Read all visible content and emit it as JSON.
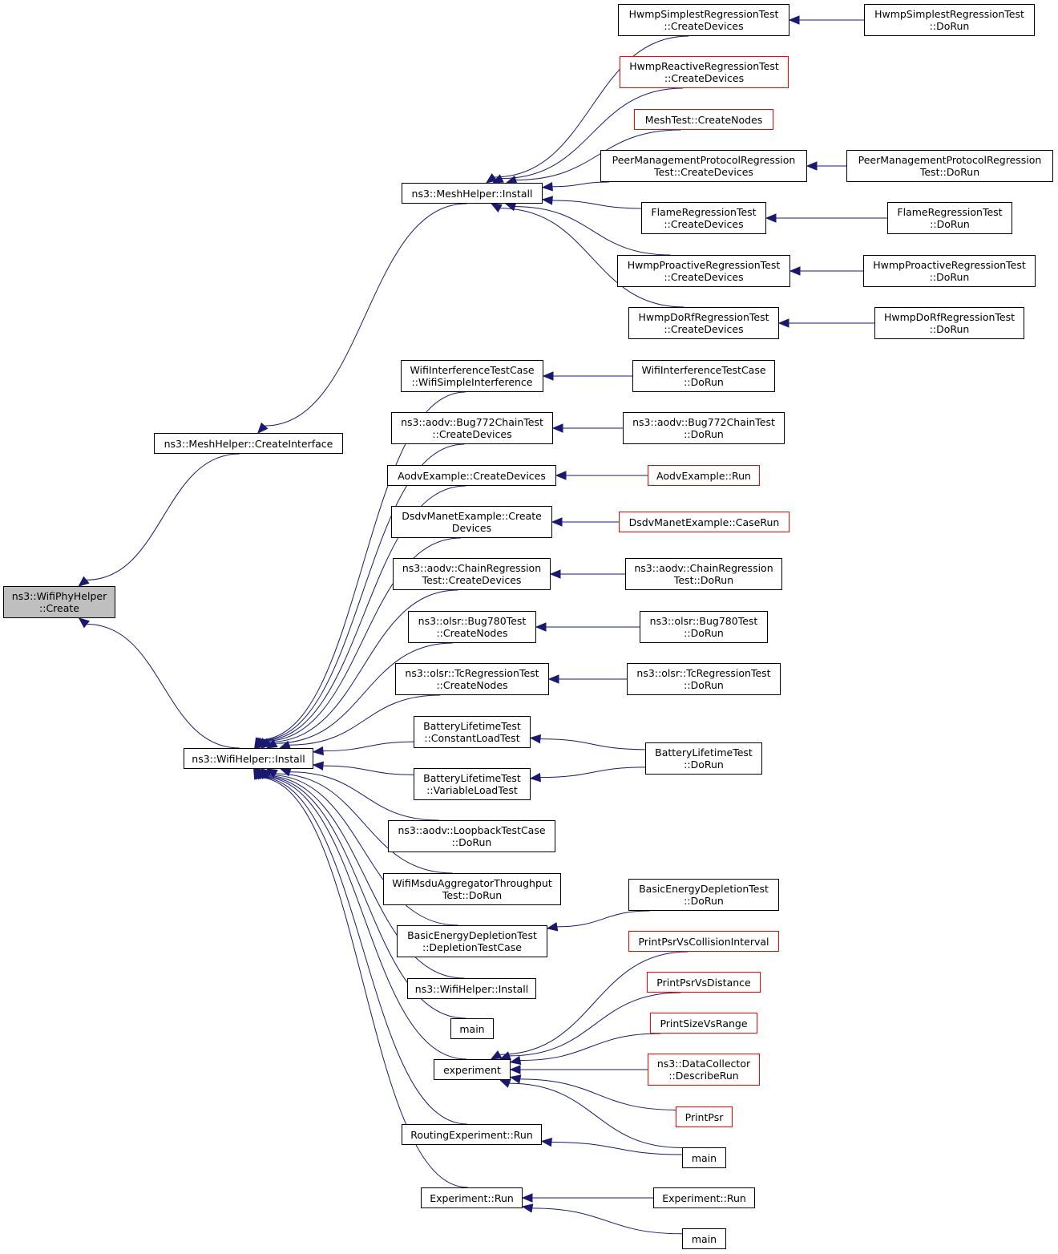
{
  "colors": {
    "edge": "#191970",
    "border": "#000000",
    "truncated_border": "#ff0000",
    "root_fill": "#bfbfbf",
    "background": "#ffffff"
  },
  "nodes": {
    "root": {
      "l1": "ns3::WifiPhyHelper",
      "l2": "::Create"
    },
    "mesh_create_interface": {
      "l1": "ns3::MeshHelper::CreateInterface"
    },
    "wifi_install": {
      "l1": "ns3::WifiHelper::Install"
    },
    "mesh_install": {
      "l1": "ns3::MeshHelper::Install"
    },
    "hwmp_simplest_cd": {
      "l1": "HwmpSimplestRegressionTest",
      "l2": "::CreateDevices"
    },
    "hwmp_reactive_cd": {
      "l1": "HwmpReactiveRegressionTest",
      "l2": "::CreateDevices"
    },
    "meshtest_cn": {
      "l1": "MeshTest::CreateNodes"
    },
    "peer_mgmt_cd": {
      "l1": "PeerManagementProtocolRegression",
      "l2": "Test::CreateDevices"
    },
    "flame_cd": {
      "l1": "FlameRegressionTest",
      "l2": "::CreateDevices"
    },
    "hwmp_proactive_cd": {
      "l1": "HwmpProactiveRegressionTest",
      "l2": "::CreateDevices"
    },
    "hwmp_dorf_cd": {
      "l1": "HwmpDoRfRegressionTest",
      "l2": "::CreateDevices"
    },
    "hwmp_simplest_run": {
      "l1": "HwmpSimplestRegressionTest",
      "l2": "::DoRun"
    },
    "peer_mgmt_run": {
      "l1": "PeerManagementProtocolRegression",
      "l2": "Test::DoRun"
    },
    "flame_run": {
      "l1": "FlameRegressionTest",
      "l2": "::DoRun"
    },
    "hwmp_proactive_run": {
      "l1": "HwmpProactiveRegressionTest",
      "l2": "::DoRun"
    },
    "hwmp_dorf_run": {
      "l1": "HwmpDoRfRegressionTest",
      "l2": "::DoRun"
    },
    "wifi_interf_si": {
      "l1": "WifiInterferenceTestCase",
      "l2": "::WifiSimpleInterference"
    },
    "aodv_bug772_cd": {
      "l1": "ns3::aodv::Bug772ChainTest",
      "l2": "::CreateDevices"
    },
    "aodv_example_cd": {
      "l1": "AodvExample::CreateDevices"
    },
    "dsdv_cd": {
      "l1": "DsdvManetExample::Create",
      "l2": "Devices"
    },
    "aodv_chain_cd": {
      "l1": "ns3::aodv::ChainRegression",
      "l2": "Test::CreateDevices"
    },
    "olsr_bug780_cn": {
      "l1": "ns3::olsr::Bug780Test",
      "l2": "::CreateNodes"
    },
    "olsr_tc_cn": {
      "l1": "ns3::olsr::TcRegressionTest",
      "l2": "::CreateNodes"
    },
    "battery_const": {
      "l1": "BatteryLifetimeTest",
      "l2": "::ConstantLoadTest"
    },
    "battery_var": {
      "l1": "BatteryLifetimeTest",
      "l2": "::VariableLoadTest"
    },
    "aodv_loopback": {
      "l1": "ns3::aodv::LoopbackTestCase",
      "l2": "::DoRun"
    },
    "wifi_msdu": {
      "l1": "WifiMsduAggregatorThroughput",
      "l2": "Test::DoRun"
    },
    "basic_energy_dtc": {
      "l1": "BasicEnergyDepletionTest",
      "l2": "::DepletionTestCase"
    },
    "wifi_install2": {
      "l1": "ns3::WifiHelper::Install"
    },
    "main1": {
      "l1": "main"
    },
    "experiment": {
      "l1": "experiment"
    },
    "routing_exp_run": {
      "l1": "RoutingExperiment::Run"
    },
    "experiment_run": {
      "l1": "Experiment::Run"
    },
    "wifi_interf_run": {
      "l1": "WifiInterferenceTestCase",
      "l2": "::DoRun"
    },
    "aodv_bug772_run": {
      "l1": "ns3::aodv::Bug772ChainTest",
      "l2": "::DoRun"
    },
    "aodv_example_run": {
      "l1": "AodvExample::Run"
    },
    "dsdv_caserun": {
      "l1": "DsdvManetExample::CaseRun"
    },
    "aodv_chain_run": {
      "l1": "ns3::aodv::ChainRegression",
      "l2": "Test::DoRun"
    },
    "olsr_bug780_run": {
      "l1": "ns3::olsr::Bug780Test",
      "l2": "::DoRun"
    },
    "olsr_tc_run": {
      "l1": "ns3::olsr::TcRegressionTest",
      "l2": "::DoRun"
    },
    "battery_run": {
      "l1": "BatteryLifetimeTest",
      "l2": "::DoRun"
    },
    "basic_energy_run": {
      "l1": "BasicEnergyDepletionTest",
      "l2": "::DoRun"
    },
    "print_psr_ci": {
      "l1": "PrintPsrVsCollisionInterval"
    },
    "print_psr_dist": {
      "l1": "PrintPsrVsDistance"
    },
    "print_size_range": {
      "l1": "PrintSizeVsRange"
    },
    "datacollector": {
      "l1": "ns3::DataCollector",
      "l2": "::DescribeRun"
    },
    "print_psr": {
      "l1": "PrintPsr"
    },
    "main2": {
      "l1": "main"
    },
    "experiment_run2": {
      "l1": "Experiment::Run"
    },
    "main3": {
      "l1": "main"
    }
  },
  "edges": [
    [
      "mesh_create_interface",
      "root"
    ],
    [
      "wifi_install",
      "root"
    ],
    [
      "mesh_install",
      "mesh_create_interface"
    ],
    [
      "hwmp_simplest_cd",
      "mesh_install"
    ],
    [
      "hwmp_reactive_cd",
      "mesh_install"
    ],
    [
      "meshtest_cn",
      "mesh_install"
    ],
    [
      "peer_mgmt_cd",
      "mesh_install"
    ],
    [
      "flame_cd",
      "mesh_install"
    ],
    [
      "hwmp_proactive_cd",
      "mesh_install"
    ],
    [
      "hwmp_dorf_cd",
      "mesh_install"
    ],
    [
      "hwmp_simplest_run",
      "hwmp_simplest_cd"
    ],
    [
      "peer_mgmt_run",
      "peer_mgmt_cd"
    ],
    [
      "flame_run",
      "flame_cd"
    ],
    [
      "hwmp_proactive_run",
      "hwmp_proactive_cd"
    ],
    [
      "hwmp_dorf_run",
      "hwmp_dorf_cd"
    ],
    [
      "wifi_interf_si",
      "wifi_install"
    ],
    [
      "aodv_bug772_cd",
      "wifi_install"
    ],
    [
      "aodv_example_cd",
      "wifi_install"
    ],
    [
      "dsdv_cd",
      "wifi_install"
    ],
    [
      "aodv_chain_cd",
      "wifi_install"
    ],
    [
      "olsr_bug780_cn",
      "wifi_install"
    ],
    [
      "olsr_tc_cn",
      "wifi_install"
    ],
    [
      "battery_const",
      "wifi_install"
    ],
    [
      "battery_var",
      "wifi_install"
    ],
    [
      "aodv_loopback",
      "wifi_install"
    ],
    [
      "wifi_msdu",
      "wifi_install"
    ],
    [
      "basic_energy_dtc",
      "wifi_install"
    ],
    [
      "wifi_install2",
      "wifi_install"
    ],
    [
      "main1",
      "wifi_install"
    ],
    [
      "experiment",
      "wifi_install"
    ],
    [
      "routing_exp_run",
      "wifi_install"
    ],
    [
      "experiment_run",
      "wifi_install"
    ],
    [
      "wifi_interf_run",
      "wifi_interf_si"
    ],
    [
      "aodv_bug772_run",
      "aodv_bug772_cd"
    ],
    [
      "aodv_example_run",
      "aodv_example_cd"
    ],
    [
      "dsdv_caserun",
      "dsdv_cd"
    ],
    [
      "aodv_chain_run",
      "aodv_chain_cd"
    ],
    [
      "olsr_bug780_run",
      "olsr_bug780_cn"
    ],
    [
      "olsr_tc_run",
      "olsr_tc_cn"
    ],
    [
      "battery_run",
      "battery_const"
    ],
    [
      "battery_run",
      "battery_var"
    ],
    [
      "basic_energy_run",
      "basic_energy_dtc"
    ],
    [
      "print_psr_ci",
      "experiment"
    ],
    [
      "print_psr_dist",
      "experiment"
    ],
    [
      "print_size_range",
      "experiment"
    ],
    [
      "datacollector",
      "experiment"
    ],
    [
      "print_psr",
      "experiment"
    ],
    [
      "main2",
      "experiment"
    ],
    [
      "main2",
      "routing_exp_run"
    ],
    [
      "experiment_run2",
      "experiment_run"
    ],
    [
      "main3",
      "experiment_run"
    ]
  ],
  "truncated_nodes": [
    "hwmp_reactive_cd",
    "meshtest_cn",
    "aodv_example_run",
    "dsdv_caserun",
    "print_psr_ci",
    "print_psr_dist",
    "print_size_range",
    "datacollector",
    "print_psr"
  ]
}
